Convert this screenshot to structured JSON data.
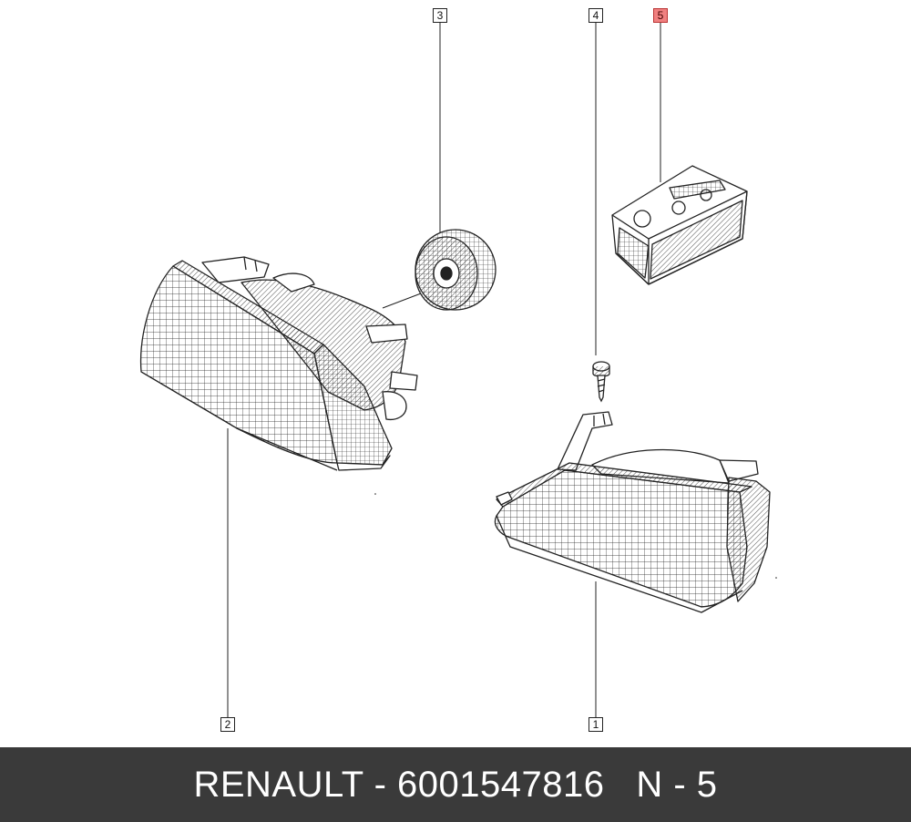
{
  "callouts": [
    {
      "id": "1",
      "label": "1",
      "highlighted": false
    },
    {
      "id": "2",
      "label": "2",
      "highlighted": false
    },
    {
      "id": "3",
      "label": "3",
      "highlighted": false
    },
    {
      "id": "4",
      "label": "4",
      "highlighted": false
    },
    {
      "id": "5",
      "label": "5",
      "highlighted": true
    }
  ],
  "footer": {
    "text": "RENAULT - 6001547816   N - 5"
  },
  "colors": {
    "footer_background": "#3a3a3a",
    "footer_text": "#ffffff",
    "highlight": "#f08080",
    "line_art": "#222222"
  },
  "icons": {
    "part_1": "right-headlamp-icon",
    "part_2": "left-headlamp-icon",
    "part_3": "bulb-cap-icon",
    "part_4": "screw-icon",
    "part_5": "bulb-kit-box-icon"
  }
}
